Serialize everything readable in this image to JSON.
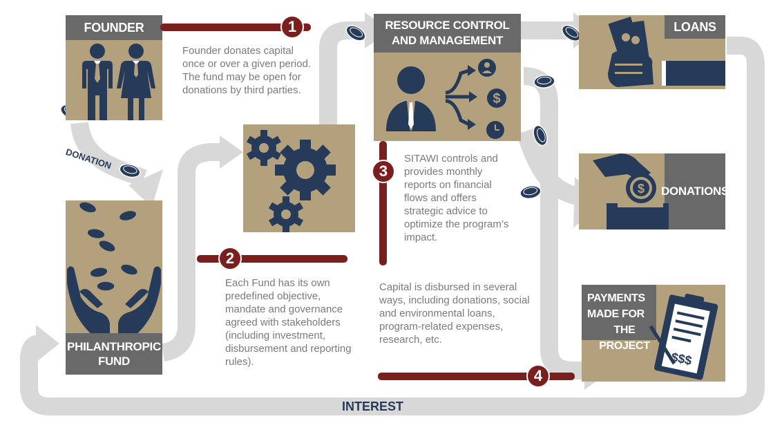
{
  "boxes": {
    "founder": "FOUNDER",
    "resource_line1": "RESOURCE CONTROL",
    "resource_line2": "AND MANAGEMENT",
    "loans": "LOANS",
    "donations": "DONATIONS",
    "fund_line1": "PHILANTHROPIC",
    "fund_line2": "FUND",
    "payments_line1": "PAYMENTS",
    "payments_line2": "MADE FOR",
    "payments_line3": "THE PROJECT"
  },
  "labels": {
    "donation": "DONATION",
    "interest": "INTEREST"
  },
  "steps": [
    {
      "number": "1",
      "text": "Founder donates capital once or over a given period. The fund may be open for donations by third parties."
    },
    {
      "number": "2",
      "text": "Each Fund has its own predefined objective, mandate and governance agreed with stakeholders (including investment, disbursement and reporting rules)."
    },
    {
      "number": "3",
      "text": "SITAWI controls and provides monthly reports on financial flows and offers strategic advice to optimize the program’s impact."
    },
    {
      "number": "4",
      "text": "Capital is disbursed in several ways, including donations, social and environmental loans, program-related expenses, research, etc."
    }
  ],
  "icons": {
    "founder": "man-and-woman-icon",
    "fund": "hands-with-coins-icon",
    "process": "gears-icon",
    "resource": "manager-distribution-icon",
    "loans": "hand-with-cash-icon",
    "donations": "hand-coin-box-icon",
    "payments": "clipboard-invoice-icon",
    "coin": "coin-icon"
  },
  "colors": {
    "tan": "#b2a17c",
    "header_gray": "#696969",
    "navy": "#263a59",
    "maroon": "#7a1e1e",
    "arrow_gray": "#d8d8d8",
    "text_gray": "#7a7a7a"
  }
}
